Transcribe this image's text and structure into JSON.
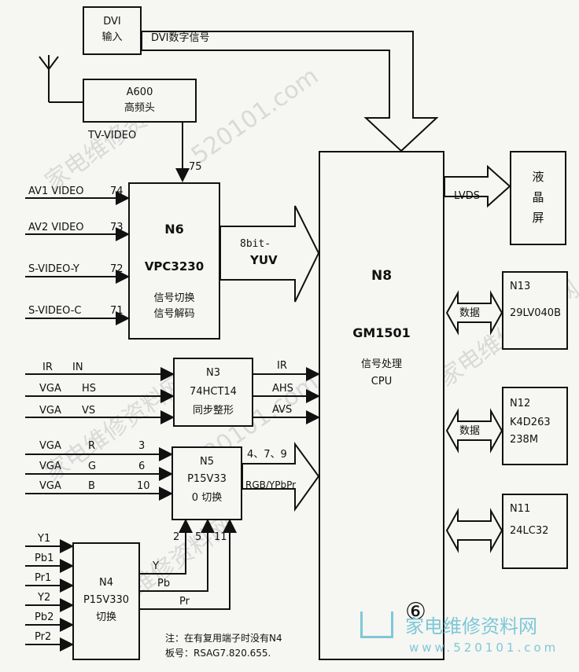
{
  "blocks": {
    "dvi": {
      "line1": "DVI",
      "line2": "输入"
    },
    "a600": {
      "line1": "A600",
      "line2": "高频头"
    },
    "n6": {
      "id": "N6",
      "chip": "VPC3230",
      "line1": "信号切换",
      "line2": "信号解码"
    },
    "n3": {
      "id": "N3",
      "chip": "74HCT14",
      "func": "同步整形"
    },
    "n5": {
      "id": "N5",
      "chip": "P15V33",
      "func": "0 切换"
    },
    "n4": {
      "id": "N4",
      "chip": "P15V330",
      "func": "切换"
    },
    "n8": {
      "id": "N8",
      "chip": "GM1501",
      "func": "信号处理",
      "cpu": "CPU"
    },
    "lcd": {
      "c1": "液",
      "c2": "晶",
      "c3": "屏"
    },
    "n13": {
      "id": "N13",
      "chip": "29LV040B"
    },
    "n12": {
      "id": "N12",
      "chip1": "K4D263",
      "chip2": "238M"
    },
    "n11": {
      "id": "N11",
      "chip": "24LC32"
    }
  },
  "labels": {
    "dvi_signal": "DVI数字信号",
    "tv_video": "TV-VIDEO",
    "pin75": "75",
    "av1": "AV1  VIDEO",
    "pin74": "74",
    "av2": "AV2  VIDEO",
    "pin73": "73",
    "svideo_y": "S-VIDEO-Y",
    "pin72": "72",
    "svideo_c": "S-VIDEO-C",
    "pin71": "71",
    "yuv_top": "8bit-",
    "yuv_bottom": "YUV",
    "ir_in_a": "IR",
    "ir_in_b": "IN",
    "vga_hs_a": "VGA",
    "vga_hs_b": "HS",
    "vga_vs_a": "VGA",
    "vga_vs_b": "VS",
    "ir_out": "IR",
    "ahs": "AHS",
    "avs": "AVS",
    "vga_r_a": "VGA",
    "vga_r_b": "R",
    "pin3": "3",
    "vga_g_a": "VGA",
    "vga_g_b": "G",
    "pin6": "6",
    "vga_b_a": "VGA",
    "vga_b_b": "B",
    "pin10": "10",
    "pins_out": "4、7、9",
    "rgb": "RGB/YPbPr",
    "pin2": "2",
    "pin5": "5",
    "pin11": "11",
    "y1": "Y1",
    "pb1": "Pb1",
    "pr1": "Pr1",
    "y2": "Y2",
    "pb2": "Pb2",
    "pr2": "Pr2",
    "y_out": "Y",
    "pb_out": "Pb",
    "pr_out": "Pr",
    "lvds": "LVDS",
    "data1": "数据",
    "data2": "数据",
    "note1": "注：在有复用端子时没有N4",
    "note2": "板号：RSAG7.820.655.",
    "page_num": "⑥"
  },
  "watermark": {
    "site_cn": "家电维修资料网",
    "url": "520101.com",
    "footer_brand": "家电维修资料网",
    "footer_url": "www.520101.com"
  }
}
